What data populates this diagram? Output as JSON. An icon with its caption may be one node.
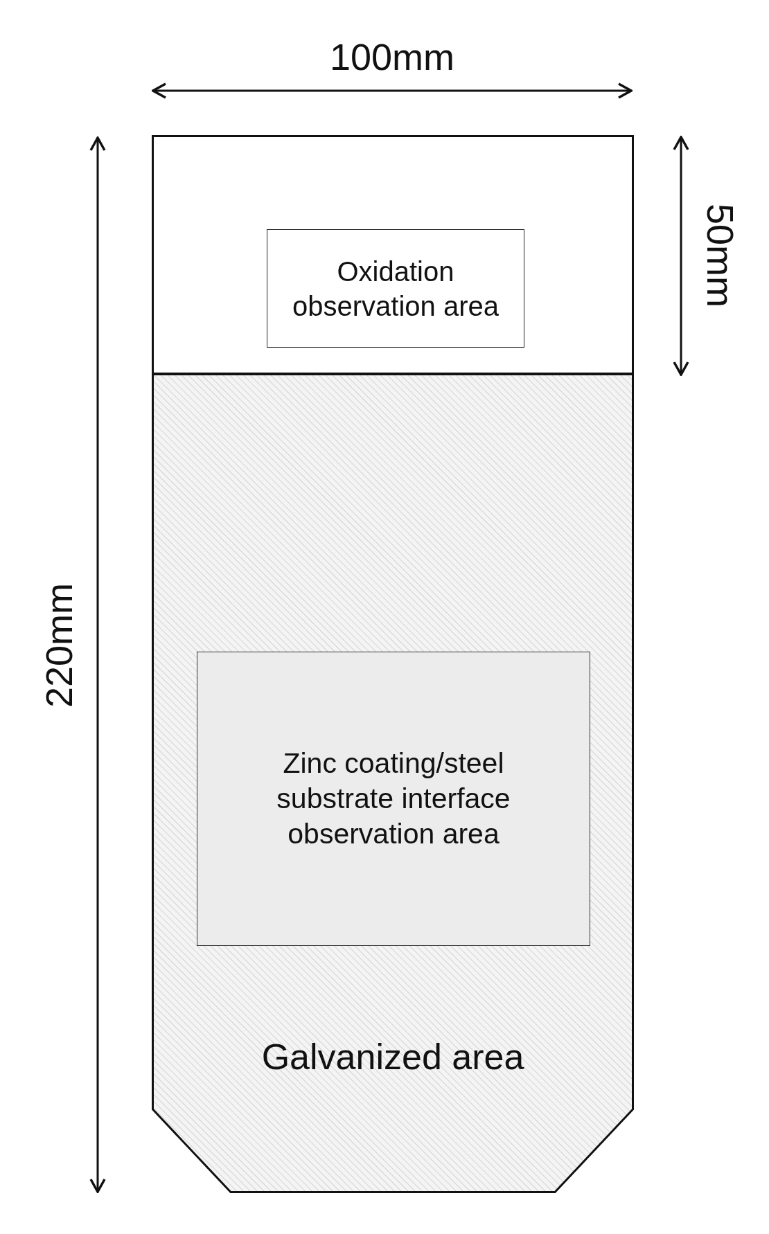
{
  "diagram": {
    "nodes": [
      {
        "text": [],
        "shape": "box"
      },
      {
        "text": [
          "Oxidation observation area"
        ],
        "in": 0
      },
      {
        "text": [
          "Galvanized area"
        ]
      },
      {
        "text": [
          "Zinc coating/steel substrate interface observation area"
        ],
        "in": 2
      }
    ],
    "labels": [
      "100mm",
      "50mm",
      "220mm"
    ]
  }
}
